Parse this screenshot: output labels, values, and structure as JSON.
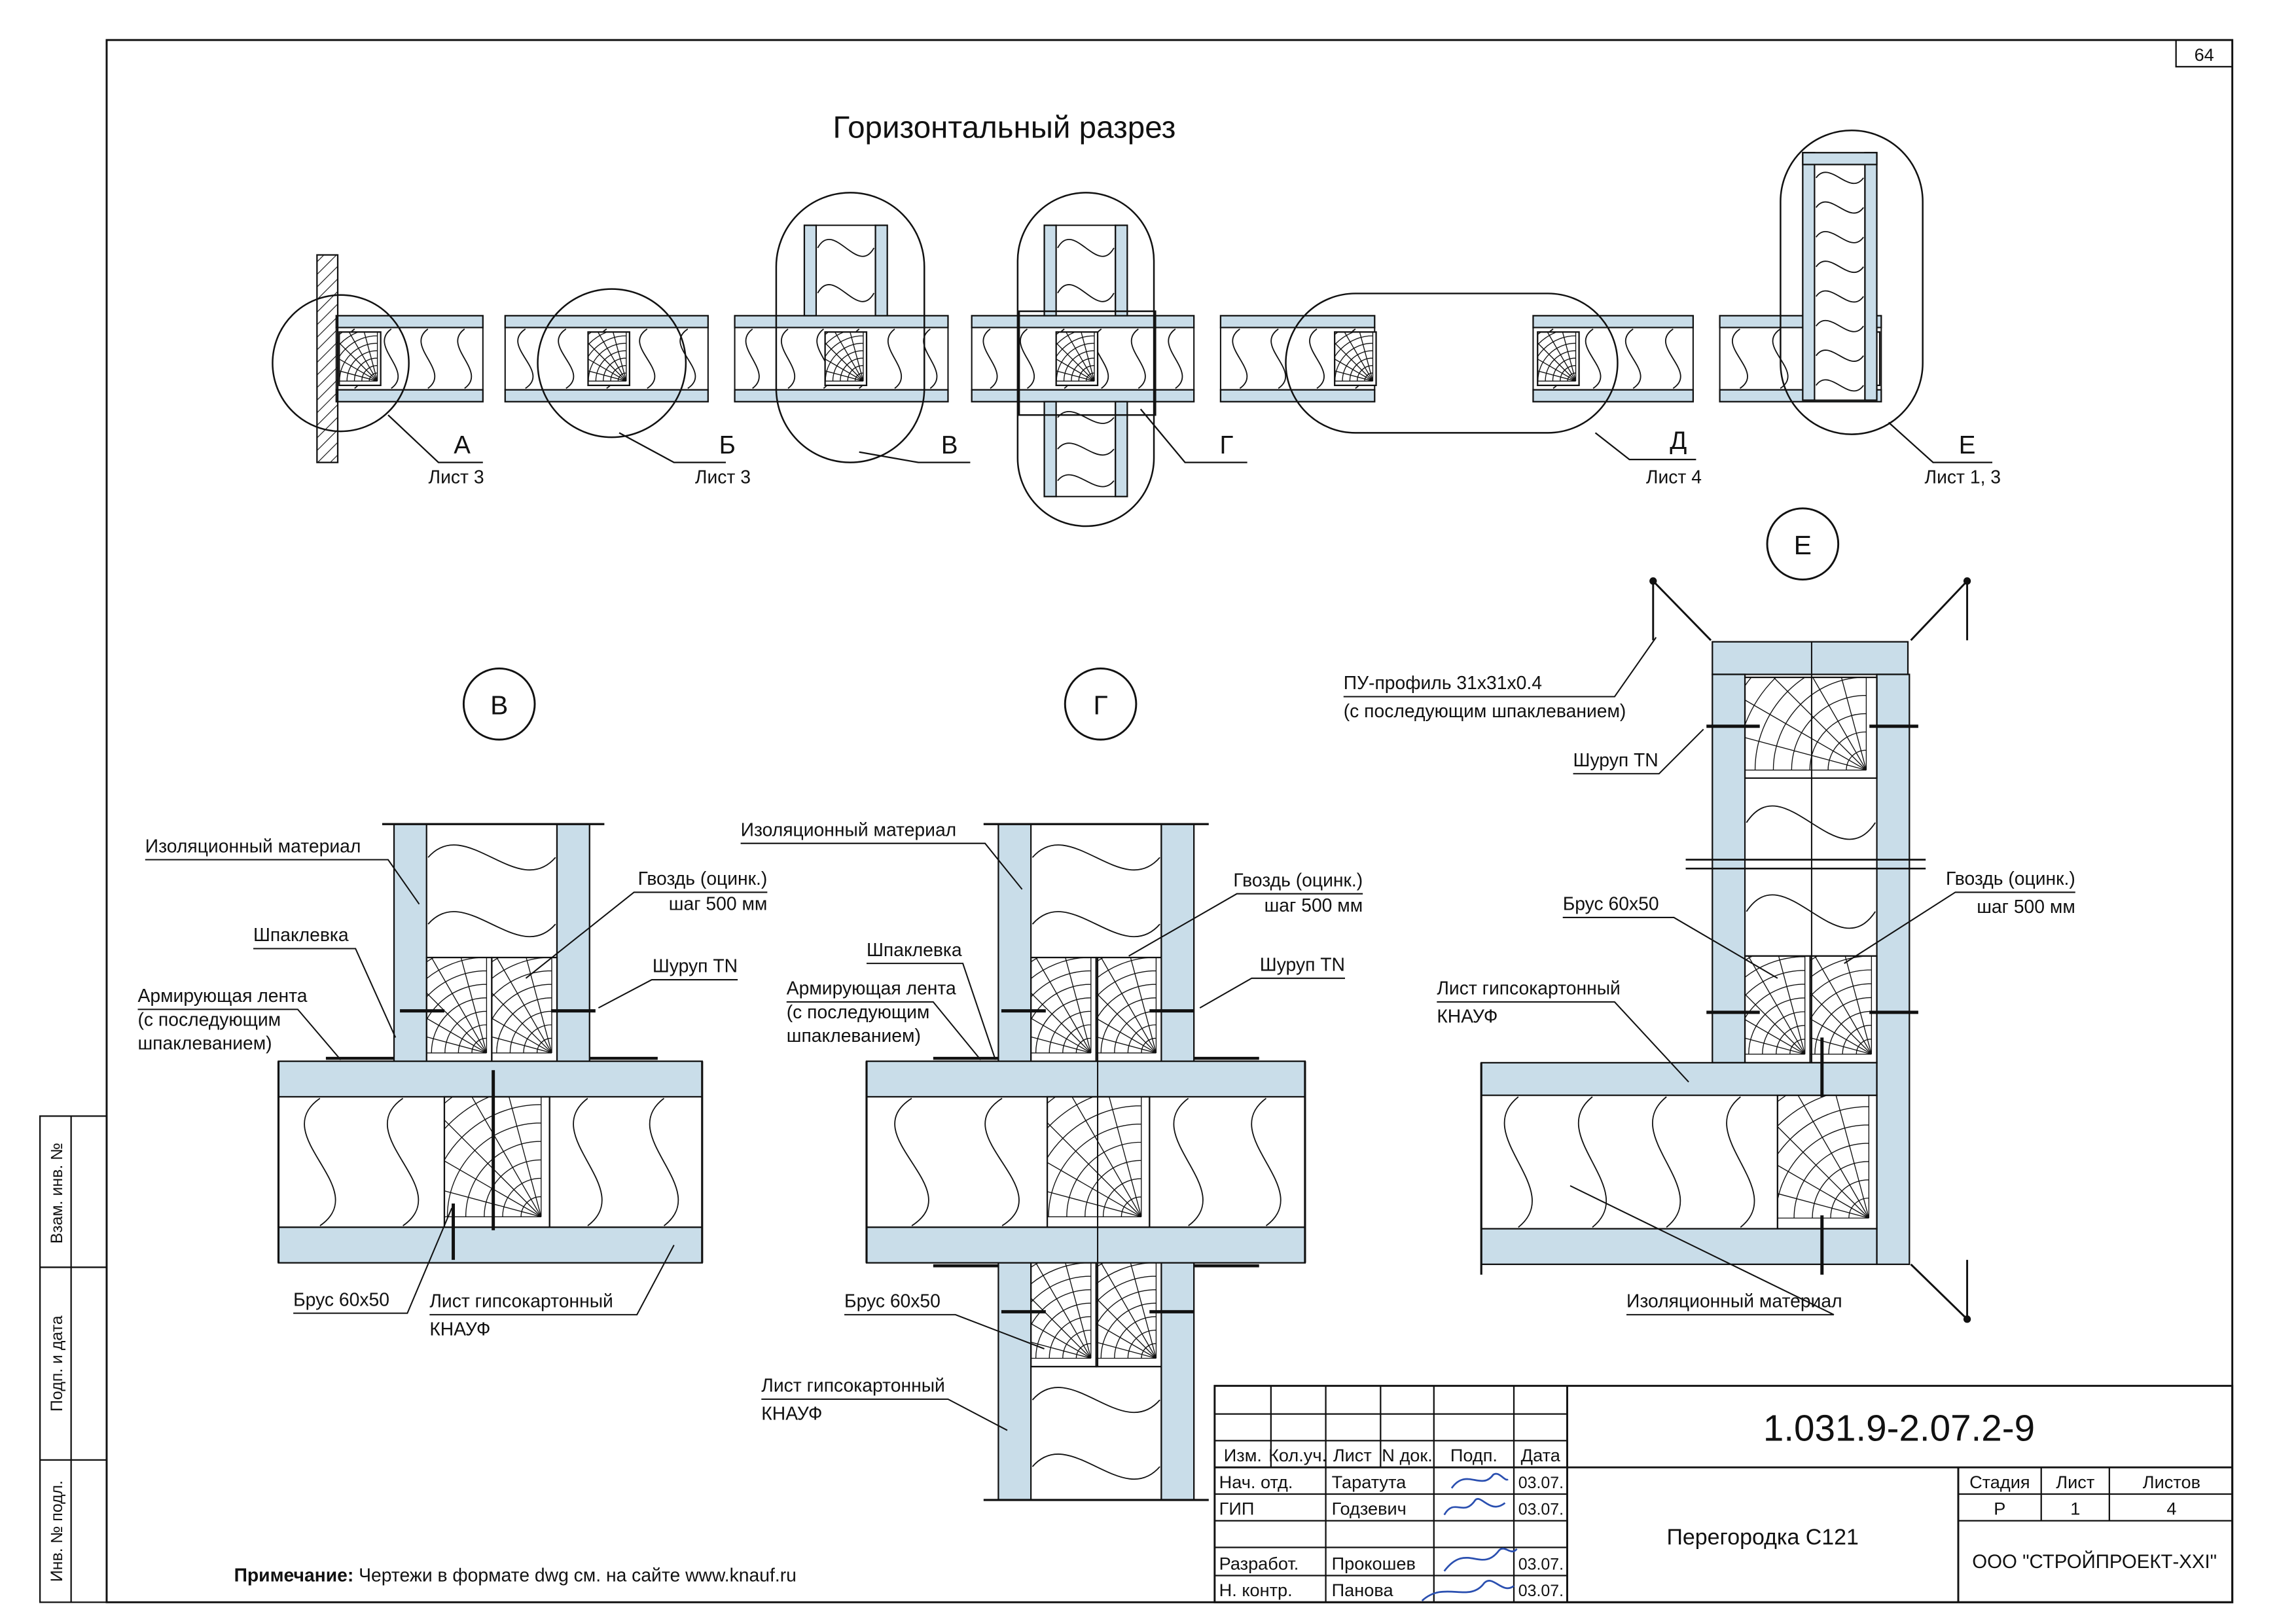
{
  "sheet": {
    "page_number": "64",
    "title": "Горизонтальный разрез",
    "colors": {
      "board": "#c9dde9",
      "line": "#111111",
      "signature": "#2a4fb0"
    }
  },
  "plan_callouts": [
    {
      "letter": "А",
      "sheet_ref": "Лист 3"
    },
    {
      "letter": "Б",
      "sheet_ref": "Лист 3"
    },
    {
      "letter": "В",
      "sheet_ref": ""
    },
    {
      "letter": "Г",
      "sheet_ref": ""
    },
    {
      "letter": "Д",
      "sheet_ref": "Лист 4"
    },
    {
      "letter": "Е",
      "sheet_ref": "Лист 1, 3"
    }
  ],
  "detail_v": {
    "letter": "В",
    "labels": {
      "insulation": "Изоляционный материал",
      "nail_1": "Гвоздь (оцинк.)",
      "nail_2": "шаг 500 мм",
      "putty": "Шпаклевка",
      "screw": "Шуруп TN",
      "tape_1": "Армирующая лента",
      "tape_2": "(с последующим",
      "tape_3": "шпаклеванием)",
      "beam": "Брус 60х50",
      "board_1": "Лист гипсокартонный",
      "board_2": "КНАУФ"
    }
  },
  "detail_g": {
    "letter": "Г",
    "labels": {
      "insulation": "Изоляционный материал",
      "nail_1": "Гвоздь (оцинк.)",
      "nail_2": "шаг 500 мм",
      "putty": "Шпаклевка",
      "screw": "Шуруп TN",
      "tape_1": "Армирующая лента",
      "tape_2": "(с последующим",
      "tape_3": "шпаклеванием)",
      "beam": "Брус 60х50",
      "board_1": "Лист гипсокартонный",
      "board_2": "КНАУФ"
    }
  },
  "detail_e": {
    "letter": "Е",
    "labels": {
      "profile_1": "ПУ-профиль 31х31х0.4",
      "profile_2": "(с последующим шпаклеванием)",
      "screw": "Шуруп TN",
      "nail_1": "Гвоздь (оцинк.)",
      "nail_2": "шаг 500 мм",
      "beam": "Брус 60х50",
      "board_1": "Лист гипсокартонный",
      "board_2": "КНАУФ",
      "insulation": "Изоляционный материал"
    }
  },
  "side_stamp": [
    "Взам. инв. №",
    "Подп. и дата",
    "Инв. № подл."
  ],
  "note": {
    "label": "Примечание:",
    "text": " Чертежи в формате dwg см. на сайте www.knauf.ru"
  },
  "title_block": {
    "doc_code": "1.031.9-2.07.2-9",
    "headers": [
      "Изм.",
      "Кол.уч.",
      "Лист",
      "N док.",
      "Подп.",
      "Дата"
    ],
    "rows": [
      {
        "role": "Нач. отд.",
        "name": "Таратута",
        "date": "03.07."
      },
      {
        "role": "ГИП",
        "name": "Годзевич",
        "date": "03.07."
      },
      {
        "role": "",
        "name": "",
        "date": ""
      },
      {
        "role": "Разработ.",
        "name": "Прокошев",
        "date": "03.07."
      },
      {
        "role": "Н. контр.",
        "name": "Панова",
        "date": "03.07."
      }
    ],
    "product": "Перегородка С121",
    "stage_headers": [
      "Стадия",
      "Лист",
      "Листов"
    ],
    "stage_values": [
      "Р",
      "1",
      "4"
    ],
    "company": "ООО \"СТРОЙПРОЕКТ-XXI\""
  }
}
